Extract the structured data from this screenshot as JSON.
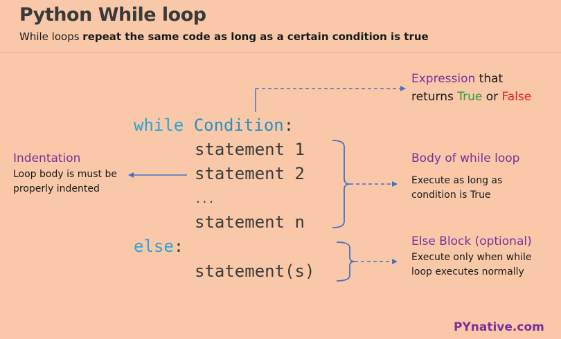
{
  "header": {
    "title": "Python While loop",
    "subtitle_prefix": "While loops ",
    "subtitle_bold": "repeat the same code as long as a certain condition is true"
  },
  "code": {
    "while_kw": "while",
    "condition": "Condition",
    "colon": ":",
    "statement1": "statement 1",
    "statement2": "statement 2",
    "ellipsis": "...",
    "statement_n": "statement n",
    "else_kw": "else",
    "else_colon": ":",
    "statement_s": "statement(s)"
  },
  "annotations": {
    "expression": {
      "head": "Expression",
      "that": " that",
      "returns": "returns ",
      "true": "True",
      "or": " or ",
      "false": "False"
    },
    "indentation": {
      "head": "Indentation",
      "line1": "Loop body is must be",
      "line2": "properly indented"
    },
    "body": {
      "head": "Body of while loop",
      "line1": "Execute as long as",
      "line2": "condition is True"
    },
    "else_block": {
      "head": "Else Block (optional)",
      "line1": "Execute only when while",
      "line2": "loop executes normally"
    }
  },
  "brand": "PYnative.com",
  "colors": {
    "background": "#f8c8a9",
    "keyword": "#2aa4d6",
    "accent": "#7a2f9a",
    "arrow": "#4472c4"
  }
}
